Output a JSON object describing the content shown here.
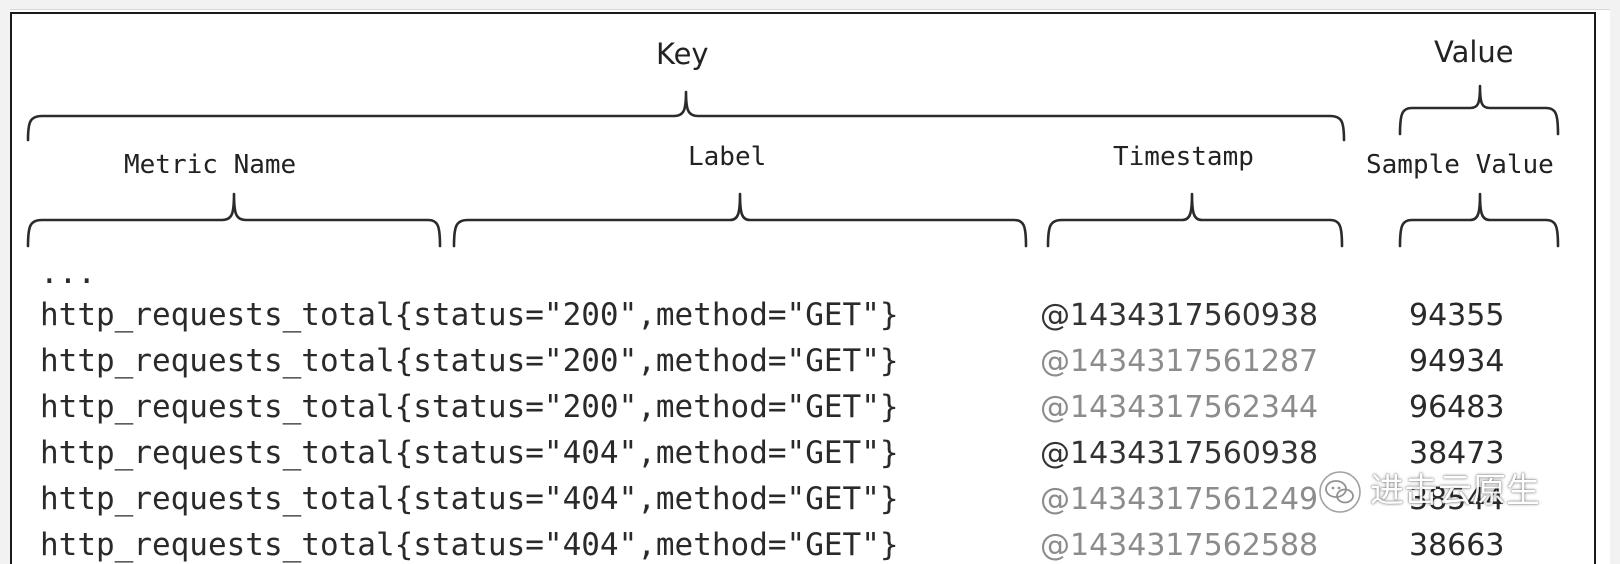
{
  "headers": {
    "key": "Key",
    "value": "Value",
    "metric_name": "Metric Name",
    "label": "Label",
    "timestamp": "Timestamp",
    "sample_value": "Sample Value"
  },
  "ellipsis": "...",
  "rows": [
    {
      "metric": "http_requests_total{status=\"200\",method=\"GET\"}",
      "timestamp": "@1434317560938",
      "value": "94355"
    },
    {
      "metric": "http_requests_total{status=\"200\",method=\"GET\"}",
      "timestamp": "@1434317561287",
      "value": "94934"
    },
    {
      "metric": "http_requests_total{status=\"200\",method=\"GET\"}",
      "timestamp": "@1434317562344",
      "value": "96483"
    },
    {
      "metric": "http_requests_total{status=\"404\",method=\"GET\"}",
      "timestamp": "@1434317560938",
      "value": "38473"
    },
    {
      "metric": "http_requests_total{status=\"404\",method=\"GET\"}",
      "timestamp": "@1434317561249",
      "value": "38544"
    },
    {
      "metric": "http_requests_total{status=\"404\",method=\"GET\"}",
      "timestamp": "@1434317562588",
      "value": "38663"
    }
  ],
  "watermark": {
    "text": "进击云原生",
    "icon": "wechat-badge-icon"
  },
  "colors": {
    "text": "#222222",
    "timestamp_light": "#8c8c8c",
    "stroke": "#2b2b2b"
  }
}
